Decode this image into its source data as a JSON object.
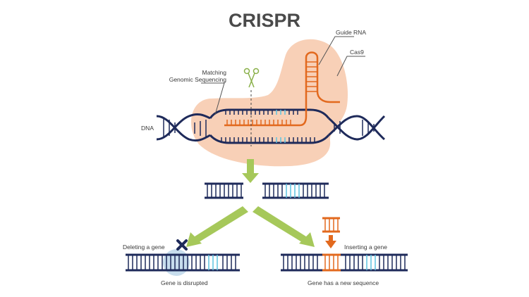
{
  "title": "CRISPR",
  "labels": {
    "guide_rna": "Guide RNA",
    "cas9": "Cas9",
    "matching_line1": "Matching",
    "matching_line2": "Genomic Sequencing",
    "dna": "DNA",
    "deleting": "Deleting a gene",
    "disrupted": "Gene is disrupted",
    "inserting": "Inserting a gene",
    "new_sequence": "Gene has a new sequence"
  },
  "colors": {
    "navy": "#1e2a5a",
    "orange": "#e2691e",
    "cyan": "#5cc2e0",
    "peach": "#f7c8aa",
    "green": "#a6c85a",
    "light_blue": "#b9d4e8"
  }
}
